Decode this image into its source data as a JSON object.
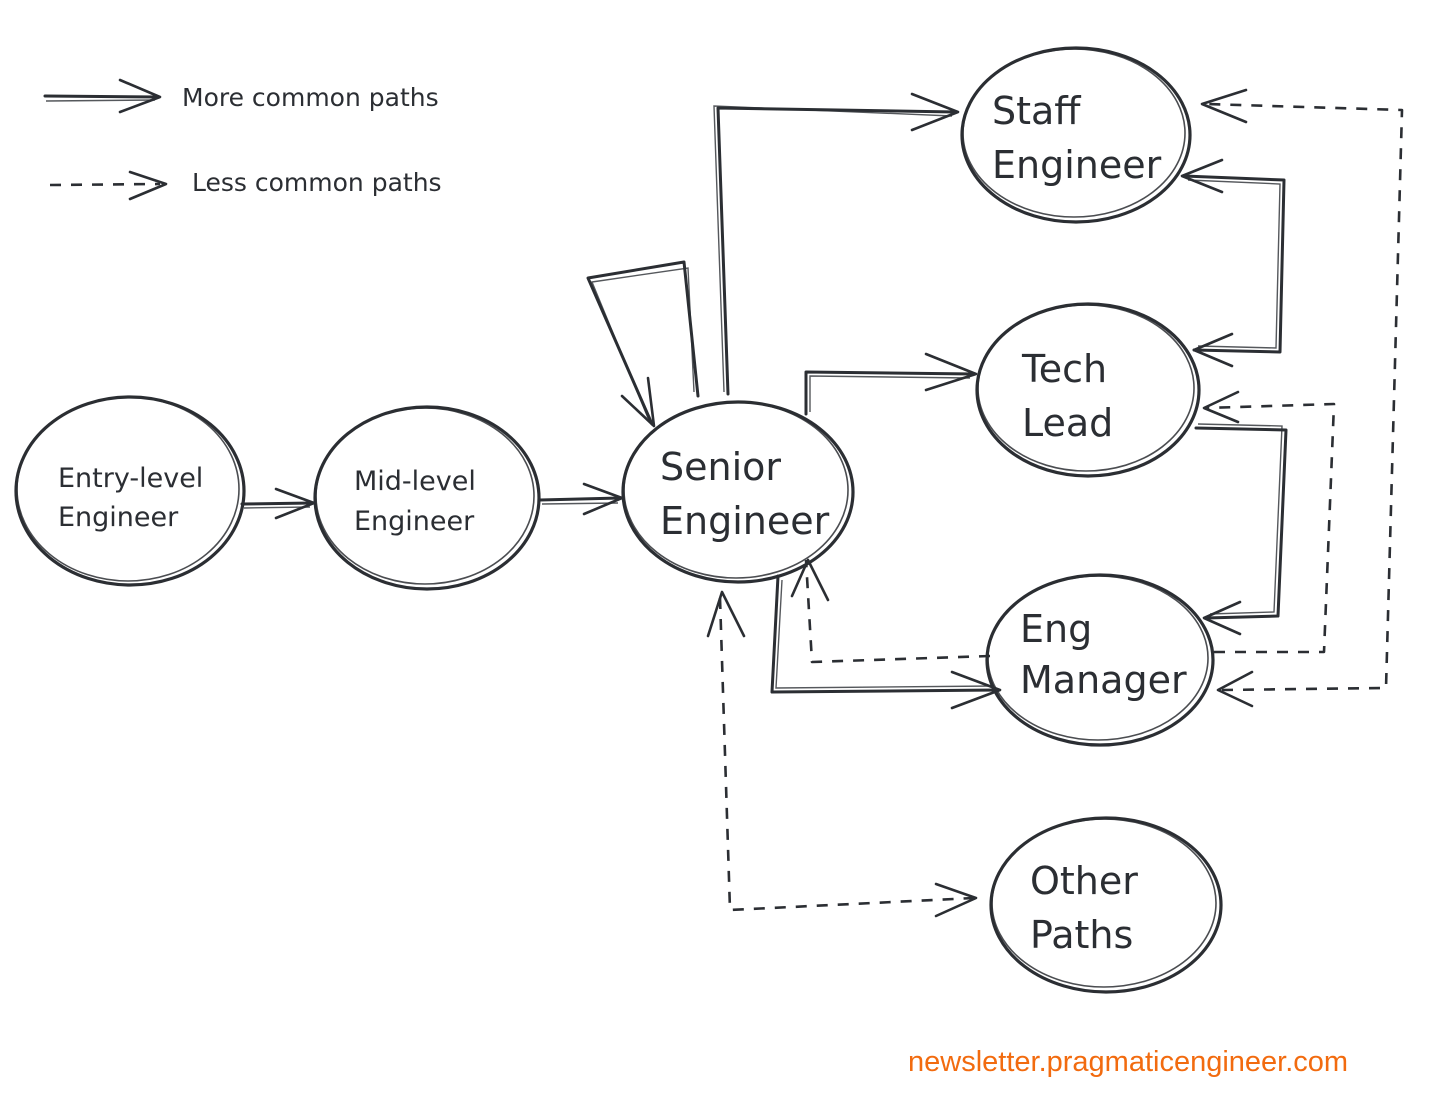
{
  "legend": {
    "solid_label": "More common paths",
    "dashed_label": "Less common paths"
  },
  "nodes": {
    "entry": [
      "Entry-level",
      "Engineer"
    ],
    "mid": [
      "Mid-level",
      "Engineer"
    ],
    "senior": [
      "Senior",
      "Engineer"
    ],
    "staff": [
      "Staff",
      "Engineer"
    ],
    "tech_lead": [
      "Tech",
      "Lead"
    ],
    "eng_manager": [
      "Eng",
      "Manager"
    ],
    "other": [
      "Other",
      "Paths"
    ]
  },
  "source": "newsletter.pragmaticengineer.com",
  "colors": {
    "ink": "#2b2e33",
    "source": "#f26b0f"
  }
}
